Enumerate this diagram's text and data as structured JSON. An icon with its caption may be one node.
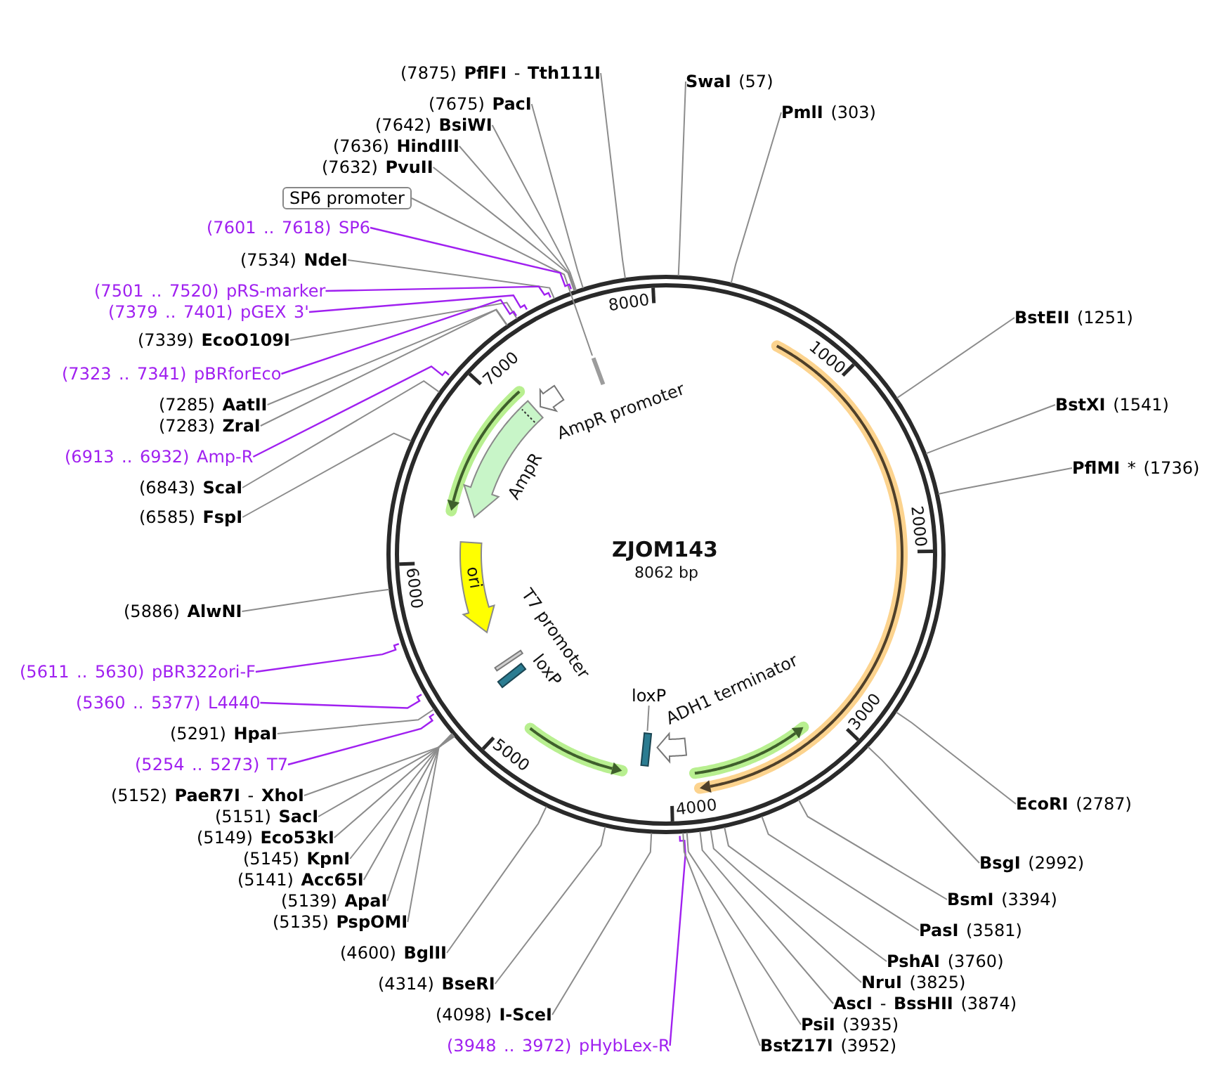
{
  "diagram": {
    "title": "ZJOM143",
    "nodes": [
      {
        "text": [
          "(7875) **PflFI** - **Tth111I**"
        ]
      },
      {
        "text": [
          "(7675) **PacI**"
        ]
      },
      {
        "text": [
          "(7642) **BsiWI**"
        ]
      },
      {
        "text": [
          "(7636) **HindIII**"
        ]
      },
      {
        "text": [
          "(7632) **PvuII**"
        ]
      },
      {
        "text": [
          "SP6 promoter"
        ]
      },
      {
        "text": [
          "(7601 .. 7618) SP6"
        ]
      },
      {
        "text": [
          "(7534) **NdeI**"
        ]
      },
      {
        "text": [
          "(7501 .. 7520) pRS-marker"
        ]
      },
      {
        "text": [
          "(7379 .. 7401) pGEX 3'"
        ]
      },
      {
        "text": [
          "(7339) **EcoO109I**"
        ]
      },
      {
        "text": [
          "(7323 .. 7341) pBRforEco"
        ]
      },
      {
        "text": [
          "(7285) **AatII**"
        ]
      },
      {
        "text": [
          "(7283) **ZraI**"
        ]
      },
      {
        "text": [
          "(6913 .. 6932) Amp-R"
        ]
      },
      {
        "text": [
          "(6843) **ScaI**"
        ]
      },
      {
        "text": [
          "(6585) **FspI**"
        ]
      },
      {
        "text": [
          "(5886) **AlwNI**"
        ]
      },
      {
        "text": [
          "(5611 .. 5630) pBR322ori-F"
        ]
      },
      {
        "text": [
          "(5360 .. 5377) L4440"
        ]
      },
      {
        "text": [
          "(5291) **HpaI**"
        ]
      },
      {
        "text": [
          "(5254 .. 5273) T7"
        ]
      },
      {
        "text": [
          "(5152) **PaeR7I** - **XhoI**"
        ]
      },
      {
        "text": [
          "(5151) **SacI**"
        ]
      },
      {
        "text": [
          "(5149) **Eco53kI**"
        ]
      },
      {
        "text": [
          "(5145) **KpnI**"
        ]
      },
      {
        "text": [
          "(5141) **Acc65I**"
        ]
      },
      {
        "text": [
          "(5139) **ApaI**"
        ]
      },
      {
        "text": [
          "(5135) **PspOMI**"
        ]
      },
      {
        "text": [
          "(4600) **BglII**"
        ]
      },
      {
        "text": [
          "(4314) **BseRI**"
        ]
      },
      {
        "text": [
          "(4098) **I-SceI**"
        ]
      },
      {
        "text": [
          "(3948 .. 3972) pHybLex-R"
        ]
      },
      {
        "text": [
          "**SwaI** (57)"
        ]
      },
      {
        "text": [
          "**PmlI** (303)"
        ]
      },
      {
        "text": [
          "**BstEII** (1251)"
        ]
      },
      {
        "text": [
          "**BstXI** (1541)"
        ]
      },
      {
        "text": [
          "**PflMI** * (1736)"
        ]
      },
      {
        "text": [
          "**EcoRI** (2787)"
        ]
      },
      {
        "text": [
          "**BsgI** (2992)"
        ]
      },
      {
        "text": [
          "**BsmI** (3394)"
        ]
      },
      {
        "text": [
          "**PasI** (3581)"
        ]
      },
      {
        "text": [
          "**PshAI** (3760)"
        ]
      },
      {
        "text": [
          "**NruI** (3825)"
        ]
      },
      {
        "text": [
          "**AscI** - **BssHII** (3874)"
        ]
      },
      {
        "text": [
          "**PsiI** (3935)"
        ]
      },
      {
        "text": [
          "**BstZ17I** (3952)"
        ]
      },
      {
        "text": [
          "AmpR promoter"
        ]
      },
      {
        "text": [
          "AmpR"
        ]
      },
      {
        "text": [
          "ori"
        ]
      },
      {
        "text": [
          "T7 promoter"
        ]
      },
      {
        "text": [
          "loxP"
        ]
      },
      {
        "text": [
          "loxP"
        ]
      },
      {
        "text": [],
        "shape": "box"
      },
      {
        "text": [
          "ADH1 terminator"
        ]
      },
      {
        "text": [],
        "shape": "bar"
      }
    ],
    "edges": [
      {
        "from": 0,
        "to": null,
        "arrow": "none"
      },
      {
        "from": 1,
        "to": null,
        "arrow": "none"
      },
      {
        "from": 2,
        "to": null,
        "arrow": "none"
      },
      {
        "from": 3,
        "to": null,
        "arrow": "none"
      },
      {
        "from": 4,
        "to": null,
        "arrow": "none"
      },
      {
        "from": 5,
        "to": 55,
        "arrow": "none"
      },
      {
        "from": 6,
        "to": null,
        "arrow": "none",
        "color": "#a020f0"
      },
      {
        "from": 7,
        "to": null,
        "arrow": "none"
      },
      {
        "from": 8,
        "to": null,
        "arrow": "none",
        "color": "#a020f0"
      },
      {
        "from": 9,
        "to": null,
        "arrow": "none",
        "color": "#a020f0"
      },
      {
        "from": 10,
        "to": null,
        "arrow": "none"
      },
      {
        "from": 11,
        "to": null,
        "arrow": "none",
        "color": "#a020f0"
      },
      {
        "from": 12,
        "to": null,
        "arrow": "none"
      },
      {
        "from": 13,
        "to": null,
        "arrow": "none"
      },
      {
        "from": 14,
        "to": null,
        "arrow": "none",
        "color": "#a020f0"
      },
      {
        "from": 15,
        "to": null,
        "arrow": "none"
      },
      {
        "from": 16,
        "to": null,
        "arrow": "none"
      },
      {
        "from": 17,
        "to": null,
        "arrow": "none"
      },
      {
        "from": 18,
        "to": null,
        "arrow": "none",
        "color": "#a020f0"
      },
      {
        "from": 19,
        "to": null,
        "arrow": "none",
        "color": "#a020f0"
      },
      {
        "from": 20,
        "to": null,
        "arrow": "none"
      },
      {
        "from": 21,
        "to": null,
        "arrow": "none",
        "color": "#a020f0"
      },
      {
        "from": 22,
        "to": null,
        "arrow": "none"
      },
      {
        "from": 23,
        "to": null,
        "arrow": "none"
      },
      {
        "from": 24,
        "to": null,
        "arrow": "none"
      },
      {
        "from": 25,
        "to": null,
        "arrow": "none"
      },
      {
        "from": 26,
        "to": null,
        "arrow": "none"
      },
      {
        "from": 27,
        "to": null,
        "arrow": "none"
      },
      {
        "from": 28,
        "to": null,
        "arrow": "none"
      },
      {
        "from": 29,
        "to": null,
        "arrow": "none"
      },
      {
        "from": 30,
        "to": null,
        "arrow": "none"
      },
      {
        "from": 31,
        "to": null,
        "arrow": "none"
      },
      {
        "from": 32,
        "to": null,
        "arrow": "none",
        "color": "#a020f0"
      },
      {
        "from": 33,
        "to": null,
        "arrow": "none"
      },
      {
        "from": 34,
        "to": null,
        "arrow": "none"
      },
      {
        "from": 35,
        "to": null,
        "arrow": "none"
      },
      {
        "from": 36,
        "to": null,
        "arrow": "none"
      },
      {
        "from": 37,
        "to": null,
        "arrow": "none"
      },
      {
        "from": 38,
        "to": null,
        "arrow": "none"
      },
      {
        "from": 39,
        "to": null,
        "arrow": "none"
      },
      {
        "from": 40,
        "to": null,
        "arrow": "none"
      },
      {
        "from": 41,
        "to": null,
        "arrow": "none"
      },
      {
        "from": 42,
        "to": null,
        "arrow": "none"
      },
      {
        "from": 43,
        "to": null,
        "arrow": "none"
      },
      {
        "from": 44,
        "to": null,
        "arrow": "none"
      },
      {
        "from": 45,
        "to": null,
        "arrow": "none"
      },
      {
        "from": 46,
        "to": null,
        "arrow": "none"
      },
      {
        "from": 52,
        "to": 53,
        "arrow": "none"
      }
    ],
    "labels": [
      "8000",
      "1000",
      "7000",
      "2000",
      "8062 bp",
      "6000",
      "3000",
      "5000",
      "4000"
    ]
  }
}
